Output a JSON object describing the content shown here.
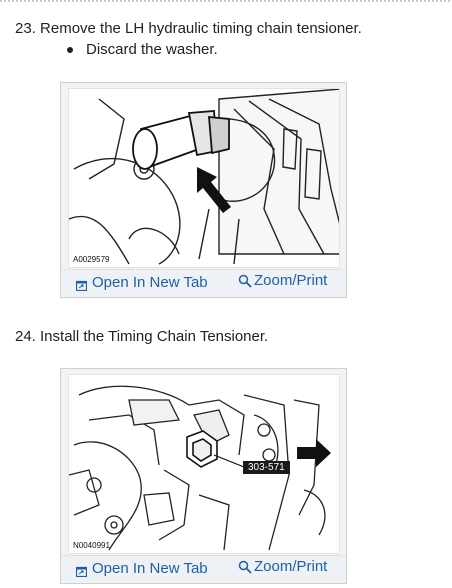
{
  "steps": [
    {
      "text": "23. Remove the LH hydraulic timing chain tensioner.",
      "bullet": "Discard the washer.",
      "figure": {
        "id": "A0029579",
        "open_label": "Open In New Tab",
        "zoom_label": "Zoom/Print"
      }
    },
    {
      "text": "24. Install the Timing Chain Tensioner.",
      "figure": {
        "id": "N0040991",
        "callout": "303-571",
        "open_label": "Open In New Tab",
        "zoom_label": "Zoom/Print"
      }
    }
  ],
  "colors": {
    "link": "#1f5fa8",
    "toolbar_bg": "#eef1f5",
    "figure_border": "#cfcfcf",
    "text": "#222222"
  },
  "icons": {
    "open_tab": "open-new-tab-icon",
    "zoom": "magnifier-icon"
  }
}
